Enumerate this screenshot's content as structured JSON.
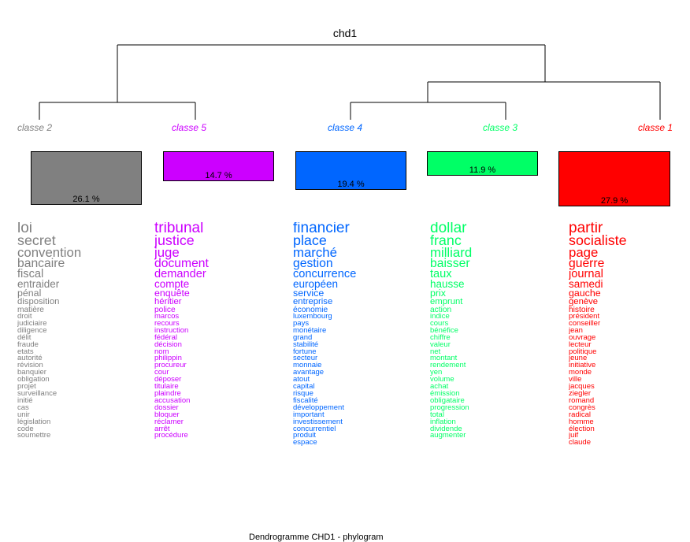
{
  "title": "chd1",
  "footer": "Dendrogramme CHD1 - phylogram",
  "classes": [
    {
      "id": "c2",
      "label": "classe  2",
      "percent": "26.1 %",
      "color": "#808080",
      "words": [
        "loi",
        "secret",
        "convention",
        "bancaire",
        "fiscal",
        "entraider",
        "pénal",
        "disposition",
        "matière",
        "droit",
        "judiciaire",
        "diligence",
        "délit",
        "fraude",
        "etats",
        "autorité",
        "révision",
        "banquier",
        "obligation",
        "projet",
        "surveillance",
        "initié",
        "cas",
        "unir",
        "législation",
        "code",
        "soumettre"
      ]
    },
    {
      "id": "c5",
      "label": "classe  5",
      "percent": "14.7 %",
      "color": "#cc00ff",
      "words": [
        "tribunal",
        "justice",
        "juge",
        "document",
        "demander",
        "compte",
        "enquête",
        "héritier",
        "police",
        "marcos",
        "recours",
        "instruction",
        "fédéral",
        "décision",
        "nom",
        "philippin",
        "procureur",
        "cour",
        "déposer",
        "titulaire",
        "plaindre",
        "accusation",
        "dossier",
        "bloquer",
        "réclamer",
        "arrêt",
        "procédure"
      ]
    },
    {
      "id": "c4",
      "label": "classe  4",
      "percent": "19.4 %",
      "color": "#0066ff",
      "words": [
        "financier",
        "place",
        "marché",
        "gestion",
        "concurrence",
        "européen",
        "service",
        "entreprise",
        "économie",
        "luxembourg",
        "pays",
        "monétaire",
        "grand",
        "stabilité",
        "fortune",
        "secteur",
        "monnaie",
        "avantage",
        "atout",
        "capital",
        "risque",
        "fiscalité",
        "développement",
        "important",
        "investissement",
        "concurrentiel",
        "produit",
        "espace"
      ]
    },
    {
      "id": "c3",
      "label": "classe  3",
      "percent": "11.9 %",
      "color": "#00ff66",
      "words": [
        "dollar",
        "franc",
        "milliard",
        "baisser",
        "taux",
        "hausse",
        "prix",
        "emprunt",
        "action",
        "indice",
        "cours",
        "bénéfice",
        "chiffre",
        "valeur",
        "net",
        "montant",
        "rendement",
        "yen",
        "volume",
        "achat",
        "émission",
        "obligataire",
        "progression",
        "total",
        "inflation",
        "dividende",
        "augmenter"
      ]
    },
    {
      "id": "c1",
      "label": "classe  1",
      "percent": "27.9 %",
      "color": "#ff0000",
      "words": [
        "partir",
        "socialiste",
        "page",
        "guerre",
        "journal",
        "samedi",
        "gauche",
        "genève",
        "histoire",
        "président",
        "conseiller",
        "jean",
        "ouvrage",
        "lecteur",
        "politique",
        "jeune",
        "initiative",
        "monde",
        "ville",
        "jacques",
        "ziegler",
        "romand",
        "congrès",
        "radical",
        "homme",
        "élection",
        "juif",
        "claude"
      ]
    }
  ]
}
